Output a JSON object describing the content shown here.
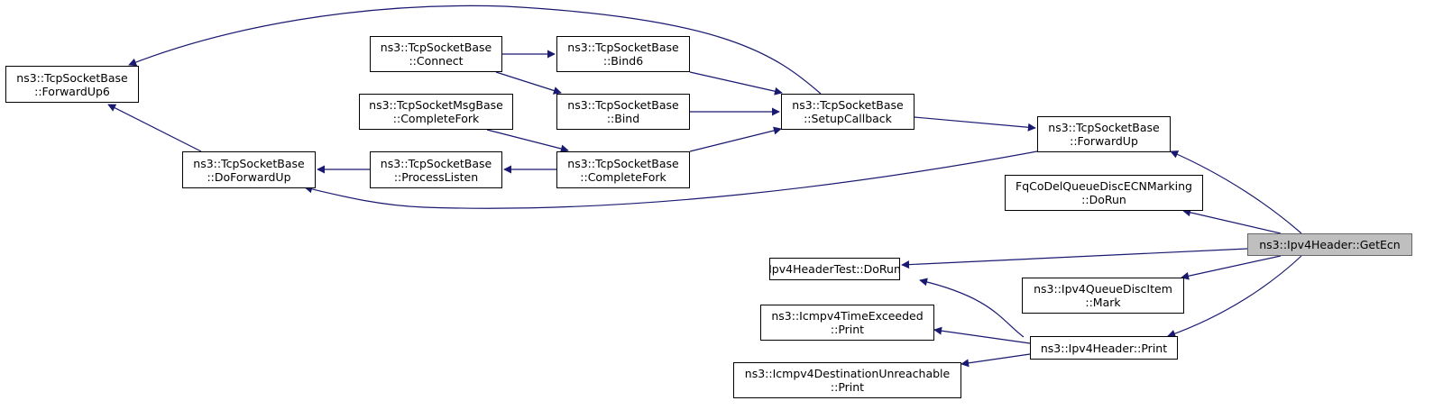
{
  "colors": {
    "edge": "#191970",
    "node_border": "#000000",
    "focus_fill": "#bfbfbf"
  },
  "nodes": {
    "forwardup6": {
      "line1": "ns3::TcpSocketBase",
      "line2": "::ForwardUp6"
    },
    "doforwardup": {
      "line1": "ns3::TcpSocketBase",
      "line2": "::DoForwardUp"
    },
    "connect": {
      "line1": "ns3::TcpSocketBase",
      "line2": "::Connect"
    },
    "completefork_msg": {
      "line1": "ns3::TcpSocketMsgBase",
      "line2": "::CompleteFork"
    },
    "processlisten": {
      "line1": "ns3::TcpSocketBase",
      "line2": "::ProcessListen"
    },
    "bind6": {
      "line1": "ns3::TcpSocketBase",
      "line2": "::Bind6"
    },
    "bind": {
      "line1": "ns3::TcpSocketBase",
      "line2": "::Bind"
    },
    "completefork": {
      "line1": "ns3::TcpSocketBase",
      "line2": "::CompleteFork"
    },
    "setupcallback": {
      "line1": "ns3::TcpSocketBase",
      "line2": "::SetupCallback"
    },
    "forwardup": {
      "line1": "ns3::TcpSocketBase",
      "line2": "::ForwardUp"
    },
    "fqcodel_dorun": {
      "line1": "FqCoDelQueueDiscECNMarking",
      "line2": "::DoRun"
    },
    "ipv4headertest": {
      "line1": "Ipv4HeaderTest::DoRun"
    },
    "ipv4queuedisc_mark": {
      "line1": "ns3::Ipv4QueueDiscItem",
      "line2": "::Mark"
    },
    "icmp_timeexceeded": {
      "line1": "ns3::Icmpv4TimeExceeded",
      "line2": "::Print"
    },
    "icmp_destunreach": {
      "line1": "ns3::Icmpv4DestinationUnreachable",
      "line2": "::Print"
    },
    "ipv4header_print": {
      "line1": "ns3::Ipv4Header::Print"
    },
    "getecn": {
      "line1": "ns3::Ipv4Header::GetEcn"
    }
  },
  "edges": [
    {
      "from": "forwardup6",
      "to": "doforwardup"
    },
    {
      "from": "setupcallback",
      "to": "forwardup6"
    },
    {
      "from": "processlisten",
      "to": "doforwardup"
    },
    {
      "from": "forwardup",
      "to": "doforwardup"
    },
    {
      "from": "connect",
      "to": "bind6"
    },
    {
      "from": "connect",
      "to": "bind"
    },
    {
      "from": "completefork_msg",
      "to": "completefork"
    },
    {
      "from": "completefork",
      "to": "processlisten"
    },
    {
      "from": "bind6",
      "to": "setupcallback"
    },
    {
      "from": "bind",
      "to": "setupcallback"
    },
    {
      "from": "completefork",
      "to": "setupcallback"
    },
    {
      "from": "setupcallback",
      "to": "forwardup"
    },
    {
      "from": "getecn",
      "to": "forwardup"
    },
    {
      "from": "getecn",
      "to": "fqcodel_dorun"
    },
    {
      "from": "getecn",
      "to": "ipv4headertest"
    },
    {
      "from": "getecn",
      "to": "ipv4queuedisc_mark"
    },
    {
      "from": "getecn",
      "to": "ipv4header_print"
    },
    {
      "from": "ipv4header_print",
      "to": "ipv4headertest"
    },
    {
      "from": "ipv4header_print",
      "to": "icmp_timeexceeded"
    },
    {
      "from": "ipv4header_print",
      "to": "icmp_destunreach"
    }
  ]
}
